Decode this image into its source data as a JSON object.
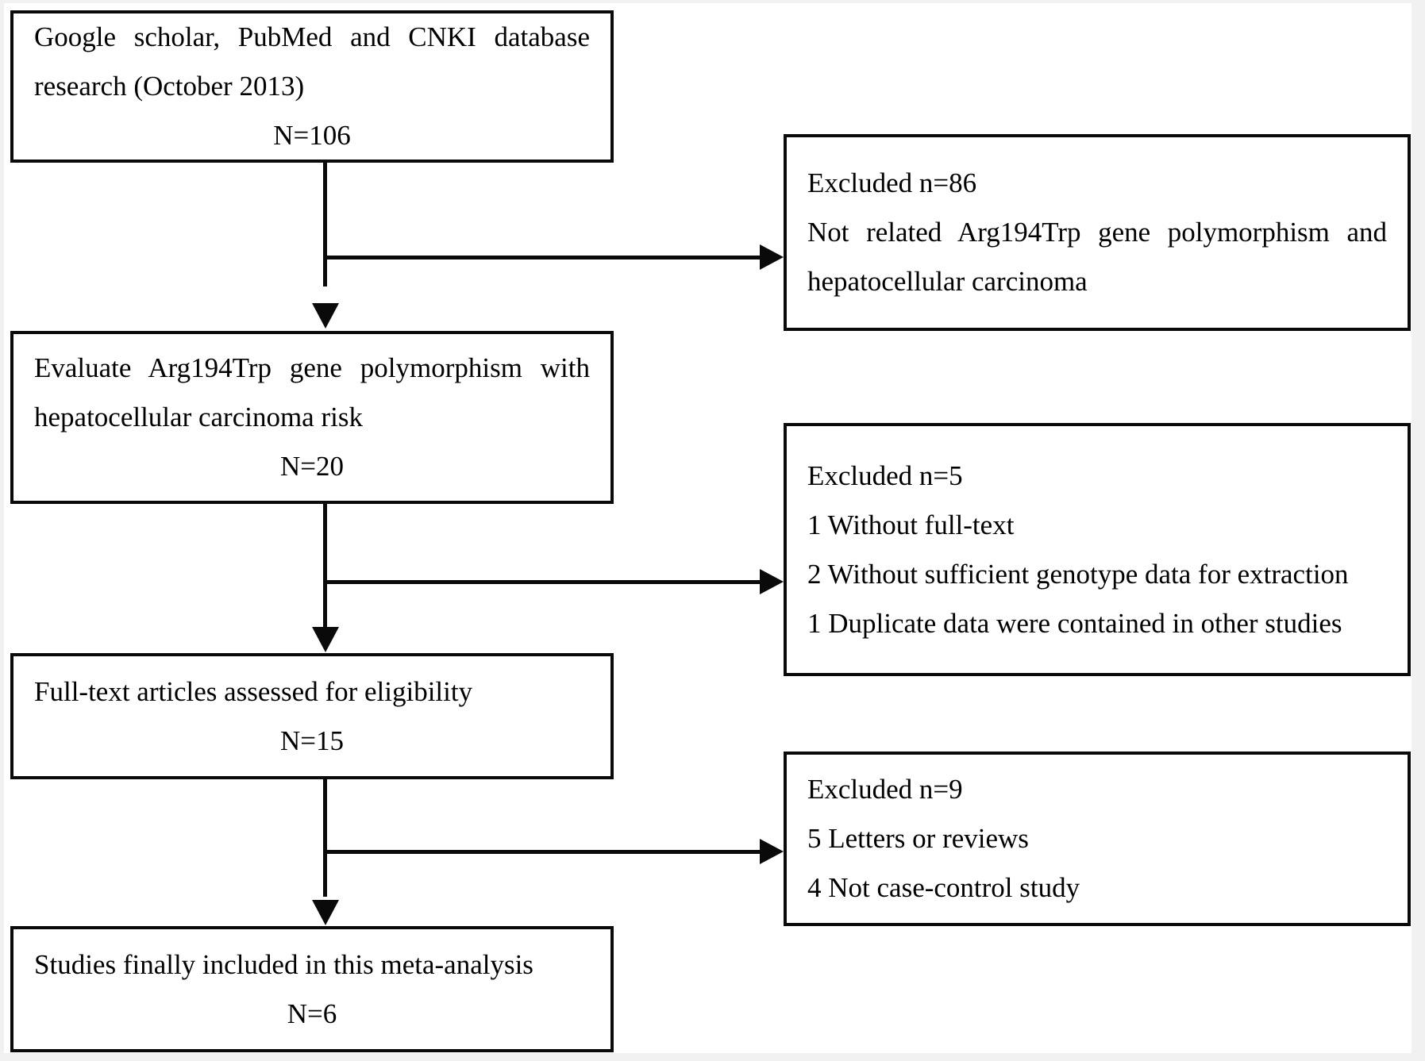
{
  "diagram": {
    "title": "Study selection flow diagram",
    "background_color": "#ffffff",
    "line_color": "#0a0a0a",
    "nodes": [
      {
        "id": "identification",
        "lines": [
          "Google scholar, PubMed and CNKI database",
          "research  (October 2013)",
          "N=106"
        ]
      },
      {
        "id": "excluded-1",
        "lines": [
          "Excluded n=86",
          "Not related Arg194Trp gene polymorphism and",
          "hepatocellular carcinoma"
        ]
      },
      {
        "id": "evaluate",
        "lines": [
          "Evaluate Arg194Trp gene polymorphism with",
          "hepatocellular carcinoma risk",
          "N=20"
        ]
      },
      {
        "id": "excluded-2",
        "lines": [
          "Excluded n=5",
          "1 Without full-text",
          "2 Without sufficient genotype data for extraction",
          "1 Duplicate data were contained in other studies"
        ]
      },
      {
        "id": "eligibility",
        "lines": [
          "Full-text articles assessed for eligibility",
          "N=15"
        ]
      },
      {
        "id": "excluded-3",
        "lines": [
          "Excluded n=9",
          "5 Letters or reviews",
          "4 Not case-control study"
        ]
      },
      {
        "id": "included",
        "lines": [
          "Studies finally included in this meta-analysis",
          "N=6"
        ]
      }
    ]
  }
}
